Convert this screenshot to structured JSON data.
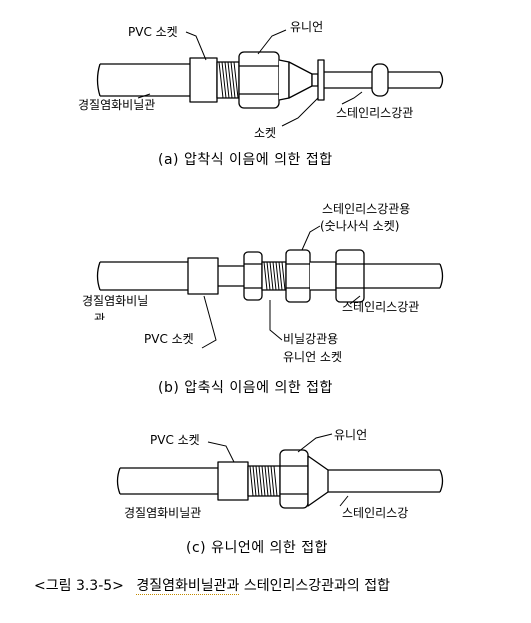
{
  "figure_a": {
    "labels": {
      "pvc_socket": "PVC 소켓",
      "union": "유니언",
      "hard_pvc_pipe": "경질염화비닐관",
      "stainless_pipe": "스테인리스강관",
      "socket": "소켓"
    },
    "caption": "(a) 압착식 이음에 의한 접합"
  },
  "figure_b": {
    "labels": {
      "stainless_socket_line1": "스테인리스강관용",
      "stainless_socket_line2": "(숫나사식 소켓)",
      "hard_pvc_pipe_line1": "경질염화비닐",
      "hard_pvc_pipe_line2": "관",
      "stainless_pipe": "스테인리스강관",
      "pvc_socket": "PVC 소켓",
      "vinyl_union_line1": "비닐강관용",
      "vinyl_union_line2": "유니언 소켓"
    },
    "caption": "(b) 압축식 이음에 의한 접합"
  },
  "figure_c": {
    "labels": {
      "pvc_socket": "PVC 소켓",
      "union": "유니언",
      "hard_pvc_pipe": "경질염화비닐관",
      "stainless_pipe": "스테인리스강"
    },
    "caption": "(c) 유니언에 의한 접합"
  },
  "figure_caption": {
    "prefix": "<그림 3.3-5>",
    "part1": "경질염화비닐관과",
    "part2": " 스테인리스강관과의 접합"
  }
}
